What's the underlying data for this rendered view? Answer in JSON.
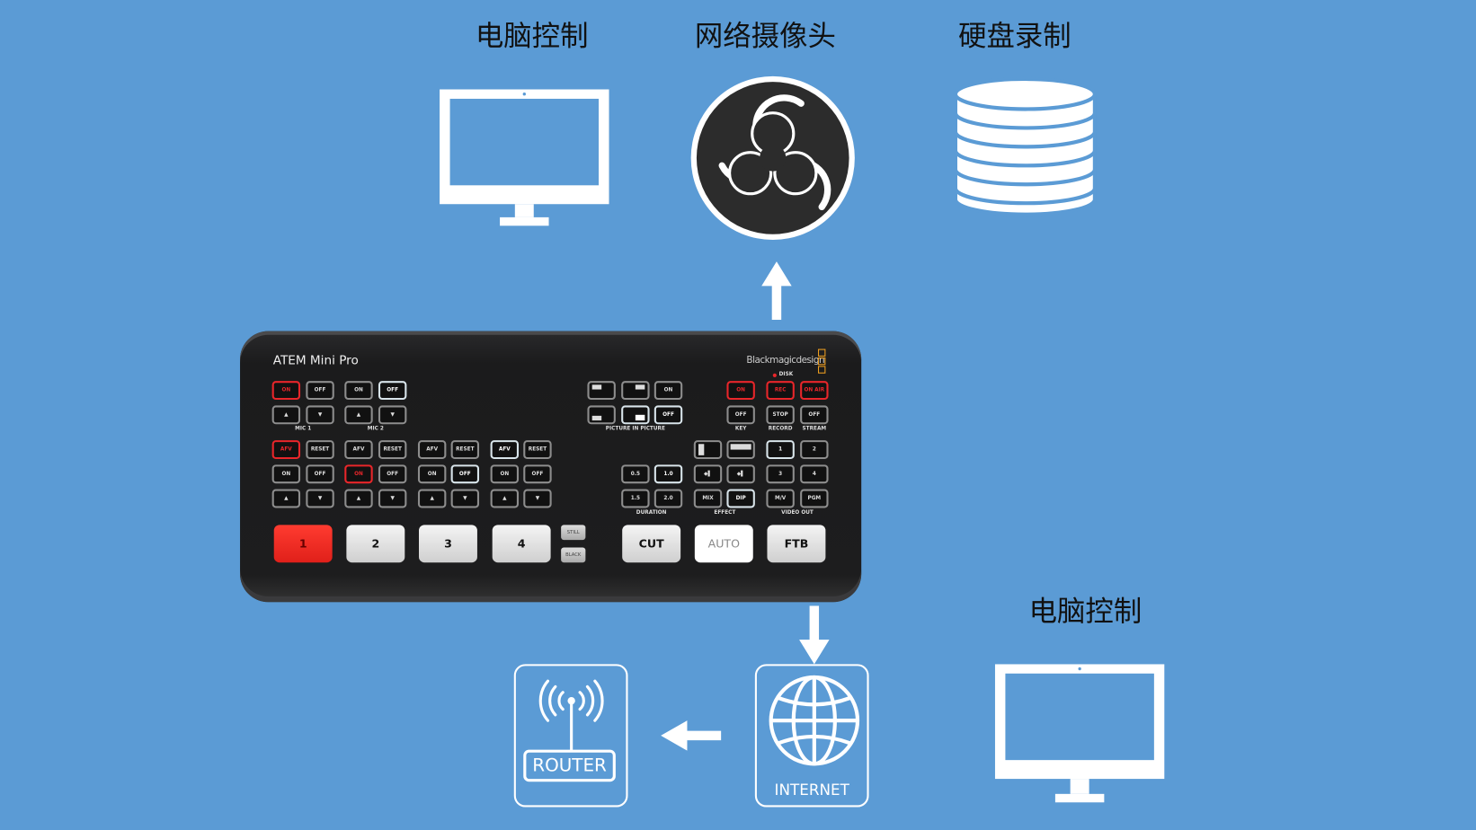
{
  "top_labels": [
    "电脑控制",
    "网络摄像头",
    "硬盘录制"
  ],
  "bottom_label": "电脑控制",
  "router": {
    "label": "ROUTER",
    "icon": "router-antenna-icon"
  },
  "internet": {
    "label": "INTERNET",
    "icon": "globe-icon"
  },
  "obs": {
    "icon": "obs-logo-icon"
  },
  "disk": {
    "icon": "database-icon"
  },
  "panel": {
    "model": "ATEM Mini Pro",
    "brand": "Blackmagicdesign",
    "disk_label": "DISK",
    "section_labels": [
      "MIC 1",
      "MIC 2",
      "PICTURE IN PICTURE",
      "KEY",
      "RECORD",
      "STREAM",
      "DURATION",
      "EFFECT",
      "VIDEO OUT"
    ],
    "buttons": [
      {
        "label": "ON",
        "state": "red"
      },
      {
        "label": "OFF",
        "state": "normal"
      },
      {
        "label": "ON",
        "state": "normal"
      },
      {
        "label": "OFF",
        "state": "lit"
      },
      {
        "label": "",
        "state": "normal",
        "icon": "pip-top-left-icon"
      },
      {
        "label": "",
        "state": "normal",
        "icon": "pip-top-right-icon"
      },
      {
        "label": "ON",
        "state": "normal"
      },
      {
        "label": "ON",
        "state": "red"
      },
      {
        "label": "REC",
        "state": "red"
      },
      {
        "label": "ON AIR",
        "state": "red"
      },
      {
        "label": "▲",
        "state": "normal"
      },
      {
        "label": "▼",
        "state": "normal"
      },
      {
        "label": "▲",
        "state": "normal"
      },
      {
        "label": "▼",
        "state": "normal"
      },
      {
        "label": "",
        "state": "normal",
        "icon": "pip-bottom-left-icon"
      },
      {
        "label": "",
        "state": "lit",
        "icon": "pip-bottom-right-icon"
      },
      {
        "label": "OFF",
        "state": "lit"
      },
      {
        "label": "OFF",
        "state": "normal"
      },
      {
        "label": "STOP",
        "state": "normal"
      },
      {
        "label": "OFF",
        "state": "normal"
      },
      {
        "label": "AFV",
        "state": "red"
      },
      {
        "label": "RESET",
        "state": "normal"
      },
      {
        "label": "AFV",
        "state": "normal"
      },
      {
        "label": "RESET",
        "state": "normal"
      },
      {
        "label": "AFV",
        "state": "normal"
      },
      {
        "label": "RESET",
        "state": "normal"
      },
      {
        "label": "AFV",
        "state": "lit"
      },
      {
        "label": "RESET",
        "state": "normal"
      },
      {
        "label": "",
        "state": "normal",
        "icon": "wipe-vertical-icon"
      },
      {
        "label": "",
        "state": "normal",
        "icon": "wipe-horizontal-icon"
      },
      {
        "label": "1",
        "state": "lit"
      },
      {
        "label": "2",
        "state": "normal"
      },
      {
        "label": "ON",
        "state": "normal"
      },
      {
        "label": "OFF",
        "state": "normal"
      },
      {
        "label": "ON",
        "state": "red"
      },
      {
        "label": "OFF",
        "state": "normal"
      },
      {
        "label": "ON",
        "state": "normal"
      },
      {
        "label": "OFF",
        "state": "lit"
      },
      {
        "label": "ON",
        "state": "normal"
      },
      {
        "label": "OFF",
        "state": "normal"
      },
      {
        "label": "0.5",
        "state": "normal"
      },
      {
        "label": "1.0",
        "state": "lit"
      },
      {
        "label": "◆▌",
        "state": "normal",
        "icon": "wipe-right-icon"
      },
      {
        "label": "◆▌",
        "state": "normal",
        "icon": "wipe-left-icon"
      },
      {
        "label": "3",
        "state": "normal"
      },
      {
        "label": "4",
        "state": "normal"
      },
      {
        "label": "▲",
        "state": "normal"
      },
      {
        "label": "▼",
        "state": "normal"
      },
      {
        "label": "▲",
        "state": "normal"
      },
      {
        "label": "▼",
        "state": "normal"
      },
      {
        "label": "▲",
        "state": "normal"
      },
      {
        "label": "▼",
        "state": "normal"
      },
      {
        "label": "▲",
        "state": "normal"
      },
      {
        "label": "▼",
        "state": "normal"
      },
      {
        "label": "1.5",
        "state": "normal"
      },
      {
        "label": "2.0",
        "state": "normal"
      },
      {
        "label": "MIX",
        "state": "normal"
      },
      {
        "label": "DIP",
        "state": "lit"
      },
      {
        "label": "M/V",
        "state": "normal"
      },
      {
        "label": "PGM",
        "state": "normal"
      }
    ],
    "big_buttons": [
      {
        "label": "1",
        "state": "red"
      },
      {
        "label": "2",
        "state": "normal"
      },
      {
        "label": "3",
        "state": "normal"
      },
      {
        "label": "4",
        "state": "normal"
      },
      {
        "label": "CUT",
        "state": "normal"
      },
      {
        "label": "AUTO",
        "state": "white"
      },
      {
        "label": "FTB",
        "state": "normal"
      }
    ],
    "small_buttons": [
      "STILL",
      "BLACK"
    ]
  },
  "colors": {
    "background": "#5b9bd5",
    "red": "#e8262a"
  }
}
